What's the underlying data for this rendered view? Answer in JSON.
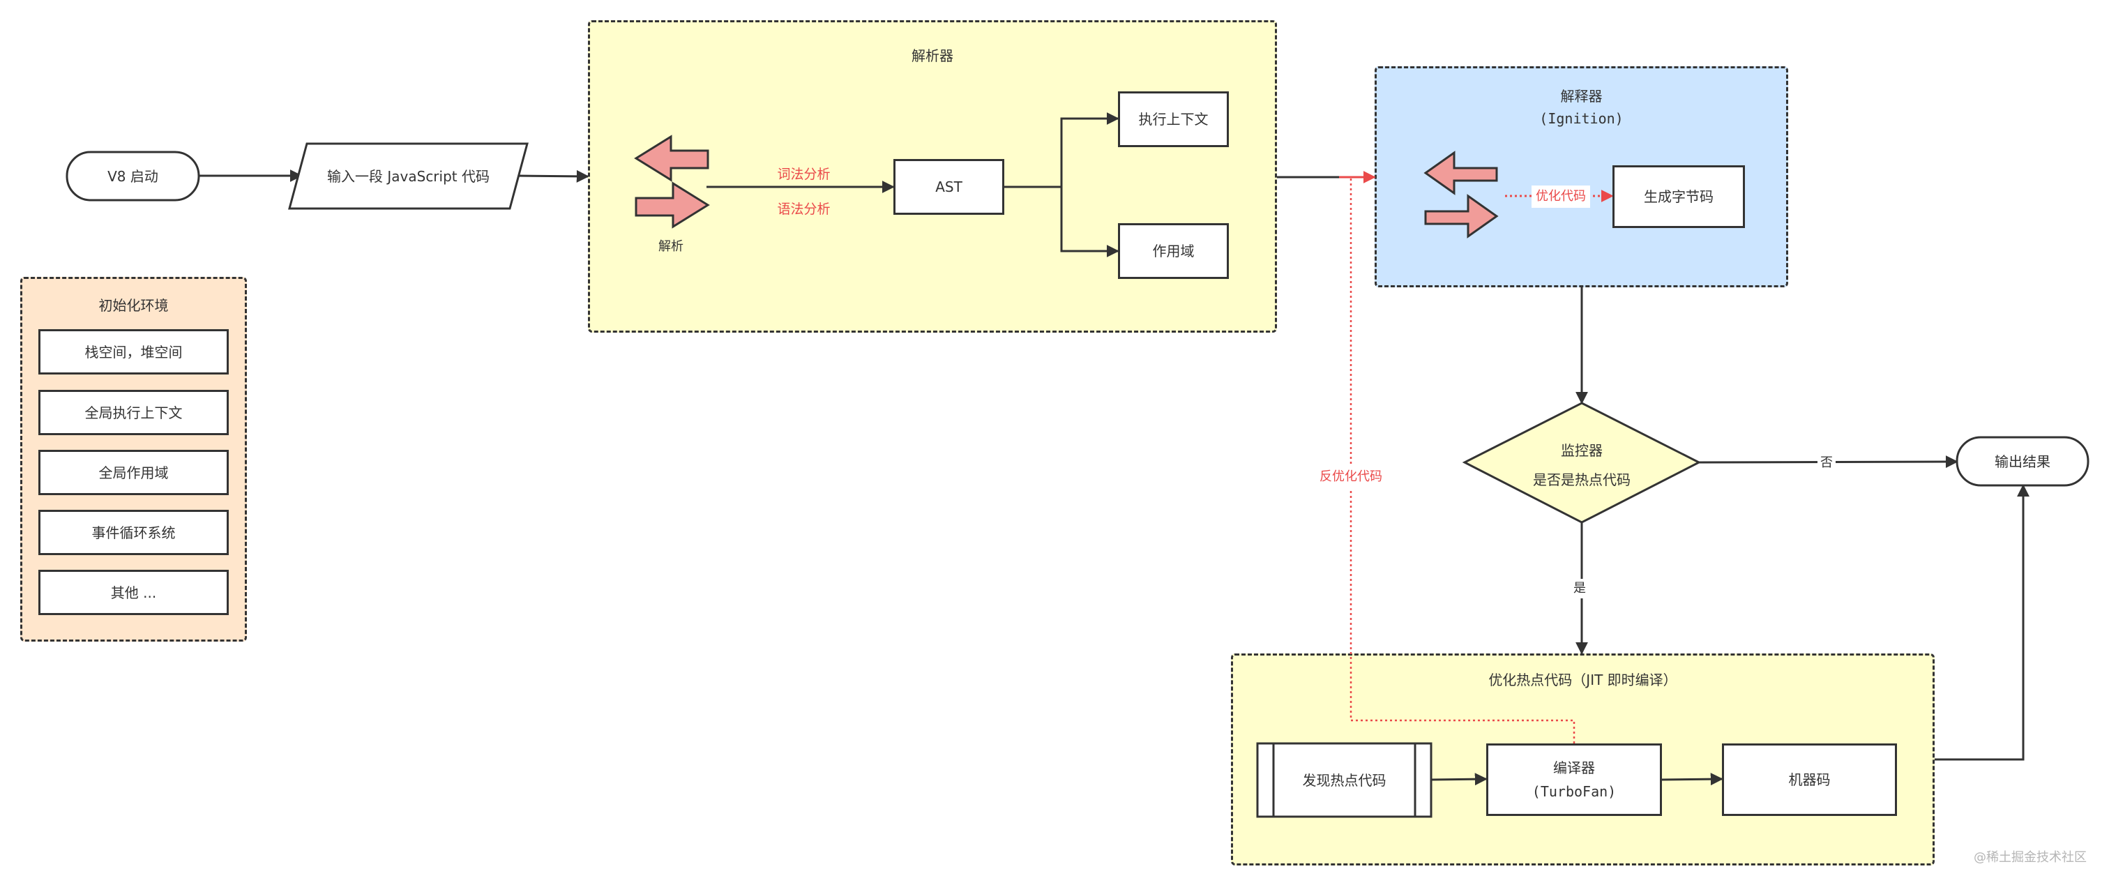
{
  "title": "V8 执行 JavaScript 流程",
  "nodes": {
    "start": "V8 启动",
    "input": "输入一段 JavaScript 代码",
    "init_env": {
      "title": "初始化环境",
      "items": [
        "栈空间，堆空间",
        "全局执行上下文",
        "全局作用域",
        "事件循环系统",
        "其他 ..."
      ]
    },
    "parser": {
      "title": "解析器",
      "arrows_label": "解析",
      "edge_label_lexical": "词法分析",
      "edge_label_syntax": "语法分析",
      "ast": "AST",
      "exec_context": "执行上下文",
      "scope": "作用域"
    },
    "interpreter": {
      "title": "解释器",
      "subtitle": "(Ignition)",
      "edge_label_optimize": "优化代码",
      "bytecode": "生成字节码"
    },
    "monitor": {
      "line1": "监控器",
      "line2": "是否是热点代码",
      "no_label": "否",
      "yes_label": "是"
    },
    "output": "输出结果",
    "deopt_label": "反优化代码",
    "jit": {
      "title": "优化热点代码（JIT 即时编译）",
      "find_hot": "发现热点代码",
      "compiler": "编译器",
      "compiler_sub": "(TurboFan)",
      "machine_code": "机器码"
    }
  },
  "watermark": "@稀土掘金技术社区",
  "colors": {
    "parser_bg": "#fffecc",
    "interpreter_bg": "#cce5ff",
    "init_bg": "#ffe6cc",
    "jit_bg": "#fffecc",
    "diamond_bg": "#fffecc",
    "arrow_fill": "#f19c99",
    "accent_red": "#ea4a4a"
  }
}
